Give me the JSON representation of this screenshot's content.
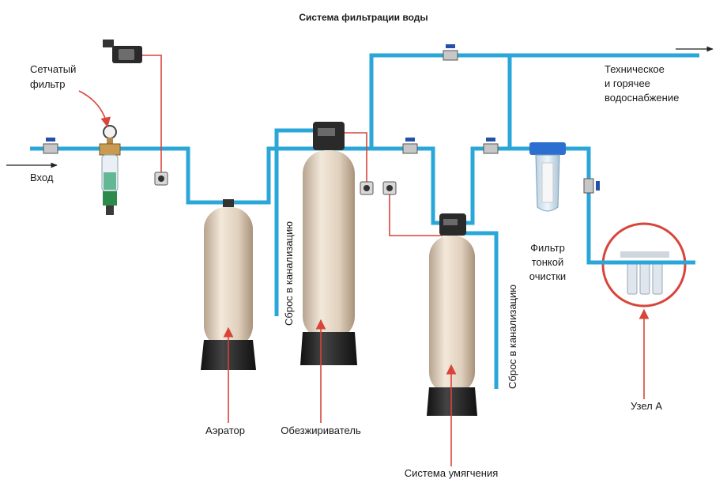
{
  "title": "Система фильтрации воды",
  "labels": {
    "mesh_filter": [
      "Сетчатый",
      "фильтр"
    ],
    "inlet": "Вход",
    "service_water": [
      "Техническое",
      "и горячее",
      "водоснабжение"
    ],
    "drain_1": "Сброс в канализацию",
    "drain_2": "Сброс в канализацию",
    "fine_filter": [
      "Фильтр",
      "тонкой",
      "очистки"
    ],
    "aerator": "Аэратор",
    "degreaser": "Обезжириватель",
    "softener": "Система умягчения",
    "node_a": "Узел А"
  },
  "colors": {
    "water_pipe": "#2aa7d8",
    "control_line": "#d9443a",
    "tank_body": "#e7d9c8",
    "tank_base": "#2b2b2b",
    "arrow": "#d9443a",
    "node_circle": "#d9443a"
  }
}
